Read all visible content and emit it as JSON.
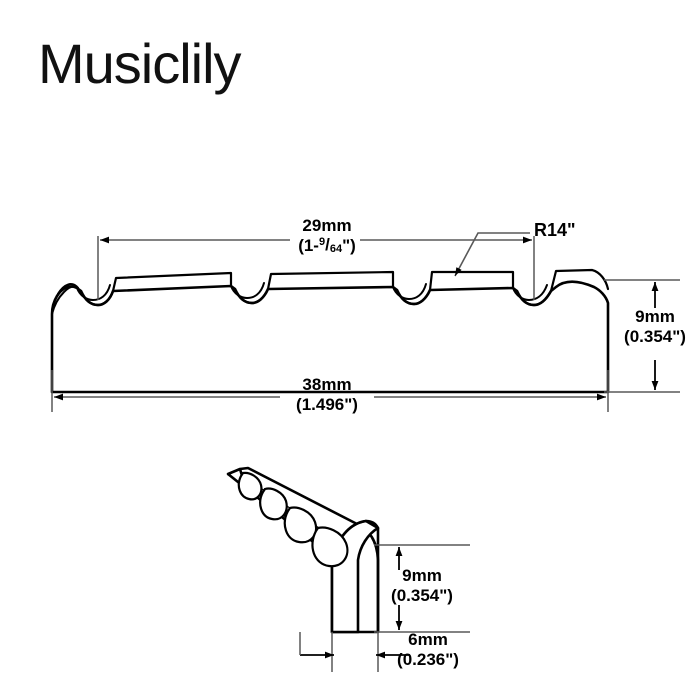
{
  "document": {
    "type": "technical-drawing",
    "subject": "bass guitar nut",
    "background_color": "#ffffff",
    "line_color": "#000000",
    "dimension_line_color": "#595959"
  },
  "brand": {
    "name": "Musiclily"
  },
  "views": {
    "front": {
      "name": "front-elevation-view",
      "string_slot_count": 4
    },
    "iso": {
      "name": "isometric-view",
      "string_slot_count": 4
    }
  },
  "dimensions": {
    "string_spacing": {
      "name": "29mm-string-spacing-dimension",
      "metric": "29mm",
      "imperial_prefix": "(1-",
      "imperial_numerator": "9",
      "imperial_denominator": "64",
      "imperial_suffix": "\")"
    },
    "overall_width": {
      "name": "38mm-overall-width-dimension",
      "metric": "38mm",
      "imperial": "(1.496\")"
    },
    "height_front": {
      "name": "9mm-height-dimension-front",
      "metric": "9mm",
      "imperial": "(0.354\")"
    },
    "height_iso": {
      "name": "9mm-height-dimension-iso",
      "metric": "9mm",
      "imperial": "(0.354\")"
    },
    "thickness_iso": {
      "name": "6mm-thickness-dimension-iso",
      "metric": "6mm",
      "imperial": "(0.236\")"
    },
    "radius_callout": {
      "name": "R14-radius-callout",
      "label": "R14\""
    }
  }
}
